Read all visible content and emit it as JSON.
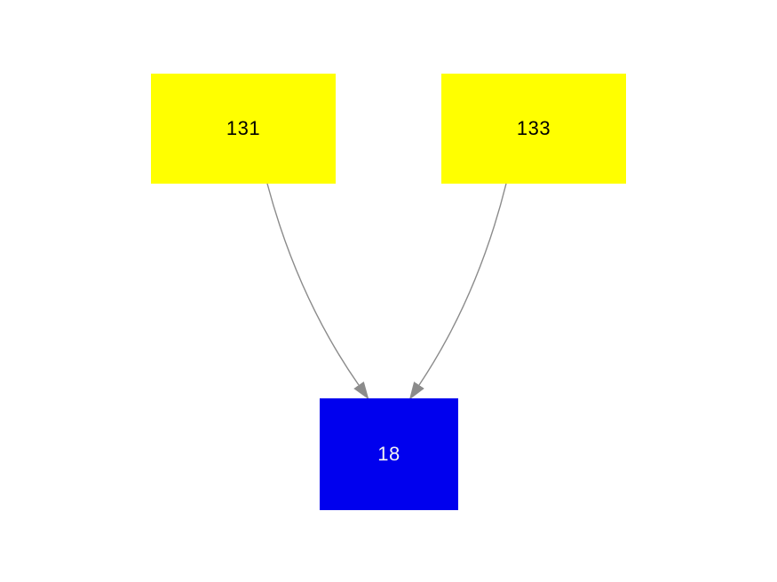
{
  "diagram": {
    "background": "#ffffff",
    "edge_color": "#8b8b8b",
    "nodes": [
      {
        "id": "131",
        "label": "131",
        "fill": "#ffff00",
        "text_color": "#000000",
        "shape": "rectangle"
      },
      {
        "id": "133",
        "label": "133",
        "fill": "#ffff00",
        "text_color": "#000000",
        "shape": "rectangle"
      },
      {
        "id": "18",
        "label": "18",
        "fill": "#0000ee",
        "text_color": "#f2f2f2",
        "shape": "rectangle"
      }
    ],
    "edges": [
      {
        "from": "131",
        "to": "18",
        "style": "arrow"
      },
      {
        "from": "133",
        "to": "18",
        "style": "arrow"
      }
    ]
  }
}
